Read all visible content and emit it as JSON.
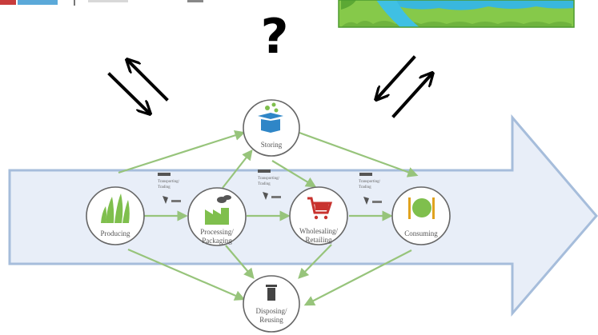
{
  "question_mark": "?",
  "nodes": {
    "storing": "Storing",
    "producing": "Producing",
    "processing_line1": "Processing/",
    "processing_line2": "Packaging",
    "wholesaling_line1": "Wholesaling/",
    "wholesaling_line2": "Retailing",
    "consuming": "Consuming",
    "disposing_line1": "Disposing/",
    "disposing_line2": "Reusing"
  },
  "transport_labels": {
    "line1": "Transporting/",
    "line2": "Trading"
  },
  "colors": {
    "big_arrow_fill": "#dfe8f5",
    "big_arrow_stroke": "#a6bddb",
    "green_edge": "#97c47b",
    "green_icon": "#7fbf4d",
    "blue_icon": "#2f86c7",
    "red_icon": "#c8332f",
    "water_blue": "#39b7dd",
    "grass_green": "#86c94a"
  }
}
